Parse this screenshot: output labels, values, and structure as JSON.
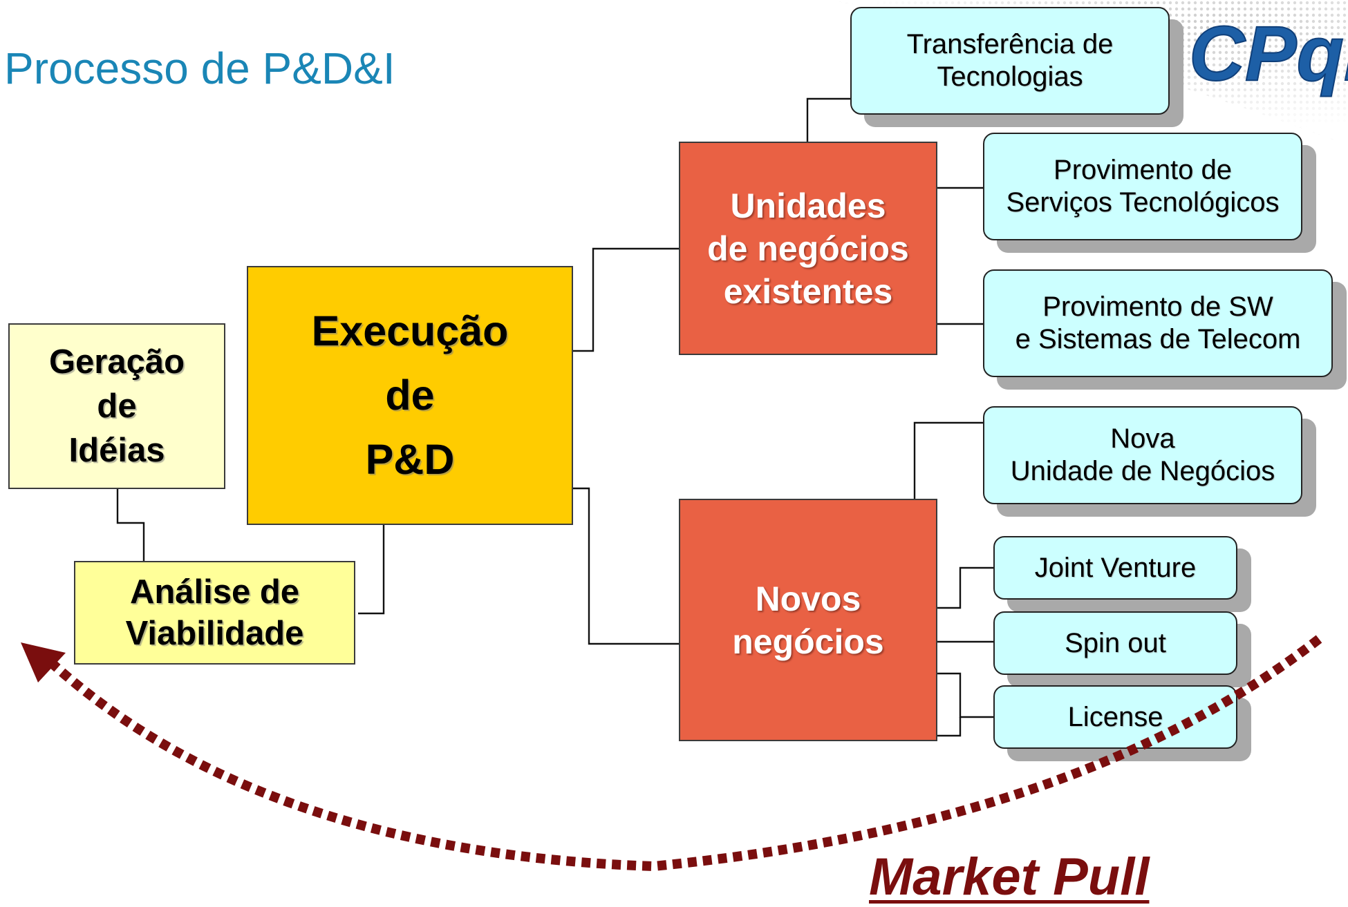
{
  "title": "Processo de P&D&I",
  "boxes": {
    "geracao": "Geração\nde\nIdéias",
    "analise": "Análise de\nViabilidade",
    "execucao": "Execução\nde\nP&D",
    "unidades": "Unidades\nde negócios\nexistentes",
    "novos": "Novos\nnegócios",
    "transferencia": "Transferência de\nTecnologias",
    "servicos": "Provimento de\nServiços Tecnológicos",
    "sw": "Provimento de SW\ne Sistemas de Telecom",
    "nova_unidade": "Nova\nUnidade de Negócios",
    "joint_venture": "Joint Venture",
    "spin_out": "Spin out",
    "license": "License"
  },
  "arrow_label": "Market Pull",
  "colors": {
    "title": "#1a86b6",
    "pale_yellow": "#ffffcc",
    "light_yellow": "#ffff99",
    "gold": "#ffcc00",
    "red": "#e96144",
    "cyan": "#ccffff",
    "arrow": "#7a0e0e",
    "logo": "#1d5fa6"
  },
  "icons": {
    "logo": "cpqd-logo-icon",
    "arrow": "curved-dashed-arrow-icon"
  }
}
